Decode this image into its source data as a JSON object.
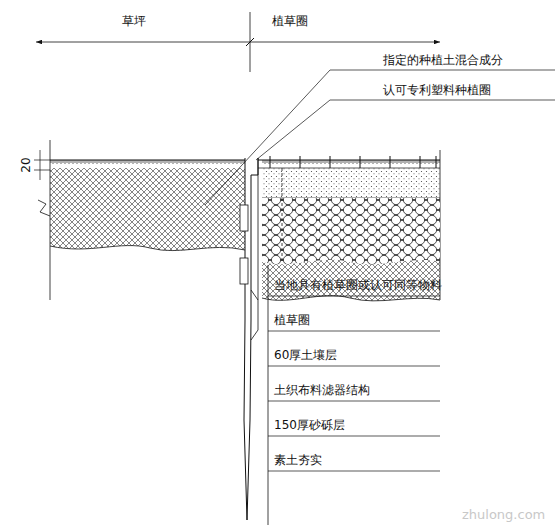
{
  "diagram": {
    "labels": [
      "草坪",
      "植草圈",
      "指定的种植土混合成分",
      "认可专利塑料种植圈",
      "20",
      "当地具有植草圈或认可同等物料",
      "植草圈",
      "60厚土壤层",
      "土织布料滤器结构",
      "150厚砂砾层",
      "素土夯实",
      "zhulong.com"
    ]
  }
}
